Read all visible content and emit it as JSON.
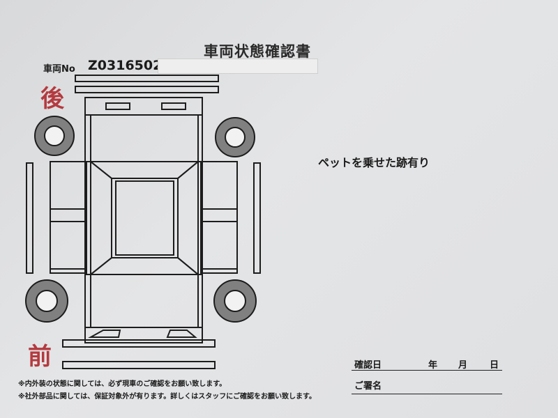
{
  "document": {
    "title": "車両状態確認書",
    "vehicle_no_label": "車両No",
    "vehicle_no": "Z0316502",
    "rear_label": "後",
    "front_label": "前",
    "note": "ペットを乗せた跡有り",
    "confirm_date_label": "確認日",
    "year_label": "年",
    "month_label": "月",
    "day_label": "日",
    "signature_label": "ご署名",
    "disclaimers": [
      "※内外装の状態に関しては、必ず現車のご確認をお願い致します。",
      "※社外部品に関しては、保証対象外が有ります。詳しくはスタッフにご確認をお願い致します。"
    ]
  },
  "colors": {
    "accent_red": "#b43a3f",
    "tire_gray": "#808080"
  }
}
